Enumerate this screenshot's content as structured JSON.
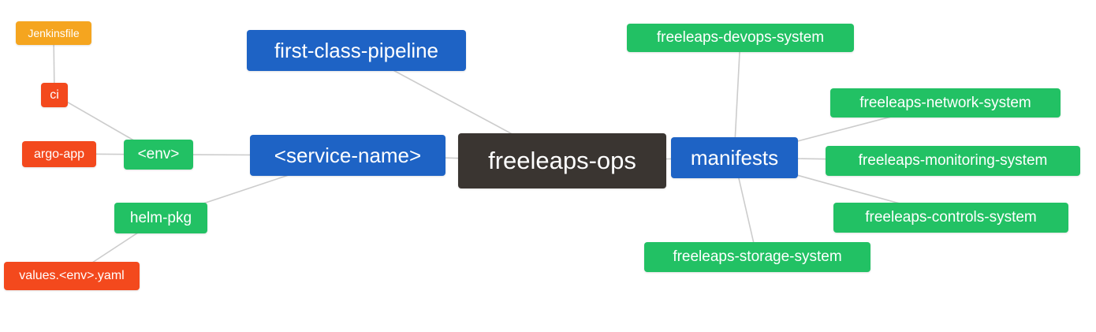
{
  "diagram": {
    "title": "freeleaps-ops mind map",
    "colors": {
      "blue": "#1e63c5",
      "green": "#22c164",
      "red": "#f3491d",
      "orange": "#f5a51f",
      "dark": "#3a3531",
      "edge": "#cccccc",
      "background": "#ffffff",
      "text": "#ffffff"
    },
    "nodes": {
      "jenkinsfile": {
        "label": "Jenkinsfile",
        "color": "orange"
      },
      "ci": {
        "label": "ci",
        "color": "red"
      },
      "argo_app": {
        "label": "argo-app",
        "color": "red"
      },
      "env": {
        "label": "<env>",
        "color": "green"
      },
      "helm_pkg": {
        "label": "helm-pkg",
        "color": "green"
      },
      "values_env_yaml": {
        "label": "values.<env>.yaml",
        "color": "red"
      },
      "first_class_pipeline": {
        "label": "first-class-pipeline",
        "color": "blue"
      },
      "service_name": {
        "label": "<service-name>",
        "color": "blue"
      },
      "freeleaps_ops": {
        "label": "freeleaps-ops",
        "color": "dark"
      },
      "manifests": {
        "label": "manifests",
        "color": "blue"
      },
      "devops_system": {
        "label": "freeleaps-devops-system",
        "color": "green"
      },
      "network_system": {
        "label": "freeleaps-network-system",
        "color": "green"
      },
      "monitoring_system": {
        "label": "freeleaps-monitoring-system",
        "color": "green"
      },
      "controls_system": {
        "label": "freeleaps-controls-system",
        "color": "green"
      },
      "storage_system": {
        "label": "freeleaps-storage-system",
        "color": "green"
      }
    },
    "edges": [
      [
        "jenkinsfile",
        "ci"
      ],
      [
        "ci",
        "env"
      ],
      [
        "argo_app",
        "env"
      ],
      [
        "env",
        "service_name"
      ],
      [
        "helm_pkg",
        "service_name"
      ],
      [
        "values_env_yaml",
        "helm_pkg"
      ],
      [
        "first_class_pipeline",
        "freeleaps_ops"
      ],
      [
        "service_name",
        "freeleaps_ops"
      ],
      [
        "freeleaps_ops",
        "manifests"
      ],
      [
        "manifests",
        "devops_system"
      ],
      [
        "manifests",
        "network_system"
      ],
      [
        "manifests",
        "monitoring_system"
      ],
      [
        "manifests",
        "controls_system"
      ],
      [
        "manifests",
        "storage_system"
      ]
    ]
  }
}
